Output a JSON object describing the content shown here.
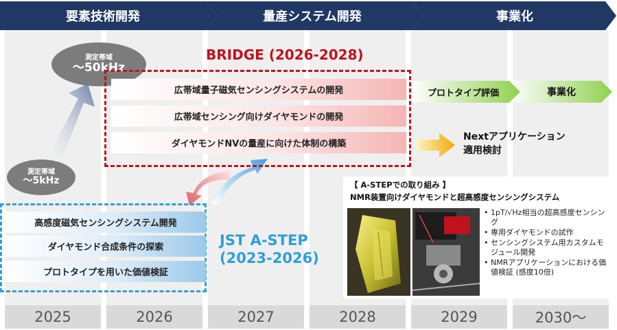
{
  "phases": [
    {
      "label": "要素技術開発"
    },
    {
      "label": "量産システム開発"
    },
    {
      "label": "事業化"
    }
  ],
  "years": [
    "2025",
    "2026",
    "2027",
    "2028",
    "2029",
    "2030〜"
  ],
  "bubbles": {
    "large": {
      "line1": "測定帯域",
      "line2": "〜50kHz"
    },
    "small": {
      "line1": "測定帯域",
      "line2": "〜5kHz"
    }
  },
  "bridge": {
    "title": "BRIDGE (2026-2028)",
    "tasks": [
      "広帯域量子磁気センシングシステムの開発",
      "広帯域センシング向けダイヤモンドの開発",
      "ダイヤモンドNVの量産に向けた体制の構築"
    ]
  },
  "jst": {
    "title_line1": "JST A-STEP",
    "title_line2": "(2023-2026)",
    "tasks": [
      "高感度磁気センシングシステム開発",
      "ダイヤモンド合成条件の探索",
      "プロトタイプを用いた価値検証"
    ]
  },
  "commercial": {
    "prototype_label": "プロトタイプ評価",
    "business_label": "事業化",
    "next_line1": "Nextアプリケーション",
    "next_line2": "適用検討"
  },
  "astep_panel": {
    "heading": "【 A-STEPでの取り組み 】",
    "subheading": "NMR装置向けダイヤモンドと超高感度センシングシステム",
    "bullets": [
      "1pT/√Hz相当の超高感度センシング",
      "専用ダイヤモンドの試作",
      "センシングシステム用カスタムモジュール開発",
      " NMRアプリケーションにおける価値検証 (感度10倍)"
    ]
  },
  "colors": {
    "phase_bg": "#1f3864",
    "bridge_red": "#c0121c",
    "jst_blue": "#2e9fd8",
    "column_bg": "#efefef",
    "year_bg": "#d9d9d9"
  }
}
